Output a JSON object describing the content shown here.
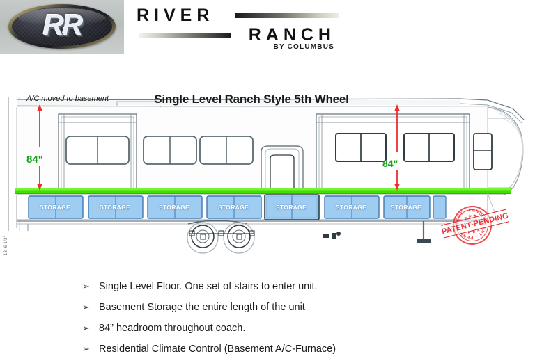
{
  "brand": {
    "badge_monogram": "RR",
    "word_top": "RIVER",
    "word_bottom": "RANCH",
    "tagline": "BY COLUMBUS"
  },
  "diagram": {
    "title": "Single Level Ranch Style 5th Wheel",
    "ac_note": "A/C moved to basement",
    "dimension_left": "84\"",
    "dimension_right": "84\"",
    "side_dimension": "13'-6 1/2\"",
    "storage_bays": [
      {
        "label": "STORAGE"
      },
      {
        "label": "STORAGE"
      },
      {
        "label": "STORAGE"
      },
      {
        "label": "STORAGE"
      },
      {
        "label": "STORAGE"
      },
      {
        "label": "STORAGE"
      },
      {
        "label": "STORAGE"
      }
    ],
    "colors": {
      "floor_line": "#3fe000",
      "dimension_text": "#19a11b",
      "dimension_arrow": "#ef2d2d",
      "storage_fill": "#9fcdf2",
      "storage_stroke": "#3f78b4",
      "body_outline": "#5a6a70",
      "stamp": "#e8262b"
    }
  },
  "stamp": {
    "banner_text": "PATENT-PENDING",
    "arc_top": "PATENT · PENDING",
    "arc_bottom": "PATENT · PENDING"
  },
  "bullets": {
    "marker": "➢",
    "items": [
      "Single Level Floor. One set of stairs to enter unit.",
      "Basement Storage the entire length of the unit",
      "84” headroom throughout coach.",
      "Residential Climate Control (Basement A/C-Furnace)"
    ]
  }
}
